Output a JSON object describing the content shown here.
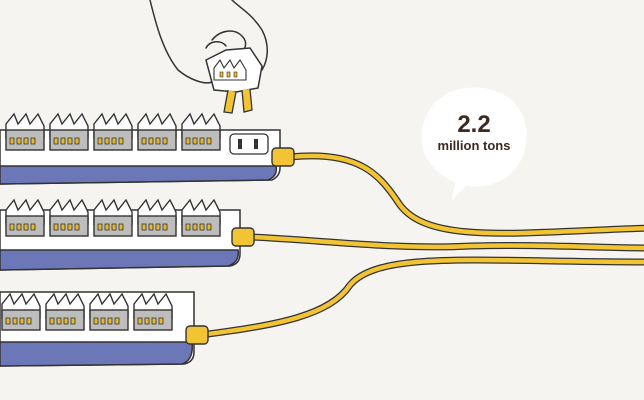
{
  "callout": {
    "value": "2.2",
    "unit": "million tons"
  },
  "colors": {
    "background": "#f5f4f0",
    "strip_blue": "#6c77b8",
    "strip_white": "#ffffff",
    "cord_yellow": "#f2c433",
    "factory_gray": "#bdbdbd",
    "window_yellow": "#e8b92d",
    "outline": "#333333"
  },
  "power_strips": [
    {
      "factory_count": 5,
      "has_outlet": true
    },
    {
      "factory_count": 5,
      "has_outlet": false
    },
    {
      "factory_count": 4,
      "has_outlet": false
    }
  ],
  "icons": [
    "hand-icon",
    "factory-icon",
    "plug-icon",
    "power-strip-icon",
    "speech-bubble-icon",
    "cord-icon"
  ]
}
